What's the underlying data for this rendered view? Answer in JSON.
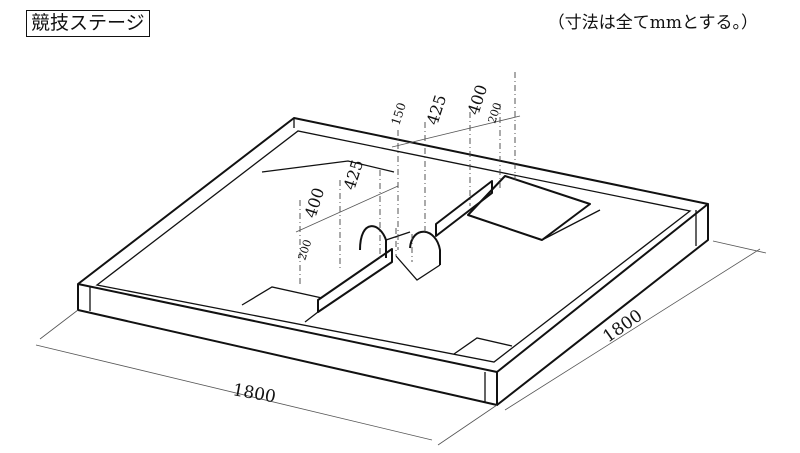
{
  "title": "競技ステージ",
  "note": "（寸法は全てmmとする。）",
  "dimensions": {
    "width_bottom": "1800",
    "width_right": "1800",
    "d150": "150",
    "d425_top": "425",
    "d400_top": "400",
    "d200_top": "200",
    "d425_mid": "425",
    "d400_left": "400",
    "d200_left": "200"
  }
}
